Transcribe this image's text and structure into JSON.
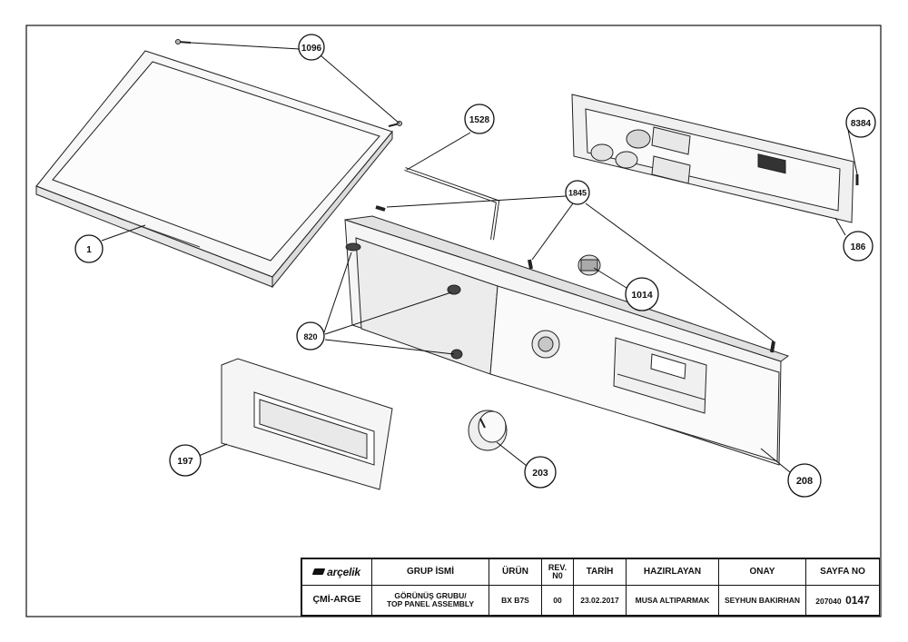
{
  "callouts": {
    "c1096": "1096",
    "c1528": "1528",
    "c8384": "8384",
    "c1845": "1845",
    "c186": "186",
    "c1": "1",
    "c1014": "1014",
    "c820": "820",
    "c197": "197",
    "c203": "203",
    "c208": "208"
  },
  "title_block": {
    "brand": "arçelik",
    "dept": "ÇMİ-ARGE",
    "headers": {
      "group_name": "GRUP İSMİ",
      "product": "ÜRÜN",
      "rev": "REV. N0",
      "date": "TARİH",
      "prepared": "HAZIRLAYAN",
      "approved": "ONAY",
      "page": "SAYFA NO"
    },
    "values": {
      "group_line1": "GÖRÜNÜŞ GRUBU/",
      "group_line2": "TOP PANEL ASSEMBLY",
      "product": "BX B7S",
      "rev": "00",
      "date": "23.02.2017",
      "prepared": "MUSA ALTIPARMAK",
      "approved": "SEYHUN BAKIRHAN",
      "page_prefix": "207040",
      "page_number": "0147"
    }
  },
  "colors": {
    "line": "#111111",
    "part_fill": "#f4f4f4",
    "shade": "#d9d9d9"
  }
}
